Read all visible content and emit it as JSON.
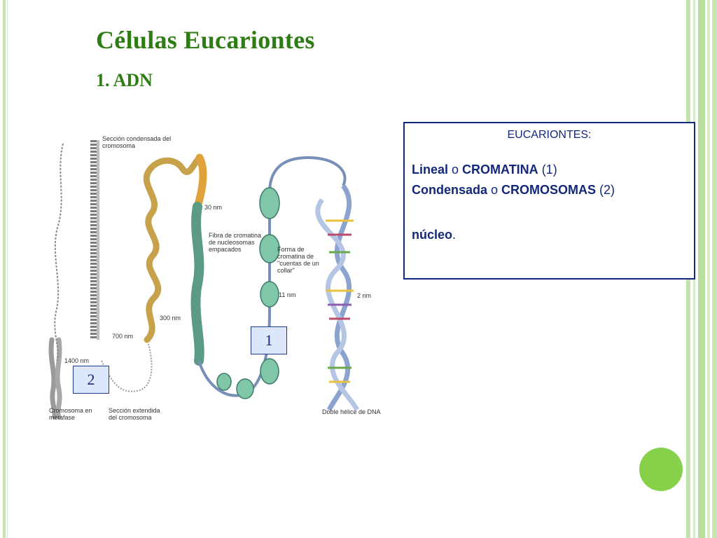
{
  "slide": {
    "title": "Células Eucariontes",
    "subtitle": "1. ADN"
  },
  "diagram": {
    "labels": {
      "condensed_section": "Sección condensada del cromosoma",
      "nm_30": "30 nm",
      "chromatin_fiber": "Fibra de cromatina de nucleosomas empacados",
      "beads_on_string": "Forma de cromatina de \"cuentas de un collar\"",
      "nm_11": "11 nm",
      "nm_2": "2 nm",
      "nm_300": "300 nm",
      "nm_700": "700 nm",
      "nm_1400": "1400 nm",
      "metaphase_chromosome": "Cromosoma en metafase",
      "extended_section": "Sección extendida del cromosoma",
      "double_helix": "Doble hélice de DNA"
    },
    "marker_1": "1",
    "marker_2": "2"
  },
  "info_box": {
    "title": "EUCARIONTES:",
    "line1_a": "Lineal",
    "line1_b": " o ",
    "line1_c": "CROMATINA",
    "line1_d": " (1)",
    "line2_a": "Condensada",
    "line2_b": " o ",
    "line2_c": "CROMOSOMAS",
    "line2_d": " (2)",
    "line3_a": "núcleo",
    "line3_b": "."
  },
  "colors": {
    "title_green": "#2e7d14",
    "box_blue": "#14287a",
    "accent_dot": "#86d04a",
    "nucleosome": "#7fc7a8",
    "dna_blue": "#8aa3cf",
    "chromatin_gold": "#c8a24a"
  }
}
